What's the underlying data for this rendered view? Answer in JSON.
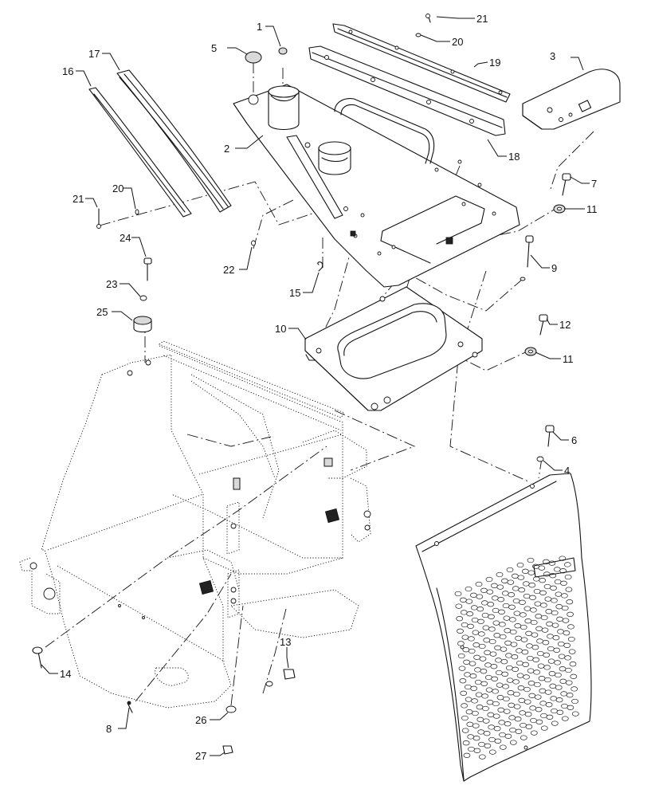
{
  "diagram": {
    "type": "exploded parts diagram",
    "callouts": [
      {
        "id": "c1",
        "label": "1"
      },
      {
        "id": "c2",
        "label": "2"
      },
      {
        "id": "c3",
        "label": "3"
      },
      {
        "id": "c4",
        "label": "4"
      },
      {
        "id": "c5",
        "label": "5"
      },
      {
        "id": "c6",
        "label": "6"
      },
      {
        "id": "c7",
        "label": "7"
      },
      {
        "id": "c8",
        "label": "8"
      },
      {
        "id": "c9",
        "label": "9"
      },
      {
        "id": "c10",
        "label": "10"
      },
      {
        "id": "c11a",
        "label": "11"
      },
      {
        "id": "c11b",
        "label": "11"
      },
      {
        "id": "c12",
        "label": "12"
      },
      {
        "id": "c13",
        "label": "13"
      },
      {
        "id": "c14",
        "label": "14"
      },
      {
        "id": "c15",
        "label": "15"
      },
      {
        "id": "c16",
        "label": "16"
      },
      {
        "id": "c17",
        "label": "17"
      },
      {
        "id": "c18",
        "label": "18"
      },
      {
        "id": "c19",
        "label": "19"
      },
      {
        "id": "c20a",
        "label": "20"
      },
      {
        "id": "c20b",
        "label": "20"
      },
      {
        "id": "c21a",
        "label": "21"
      },
      {
        "id": "c21b",
        "label": "21"
      },
      {
        "id": "c22",
        "label": "22"
      },
      {
        "id": "c23",
        "label": "23"
      },
      {
        "id": "c24",
        "label": "24"
      },
      {
        "id": "c25",
        "label": "25"
      },
      {
        "id": "c26",
        "label": "26"
      },
      {
        "id": "c27",
        "label": "27"
      }
    ]
  }
}
